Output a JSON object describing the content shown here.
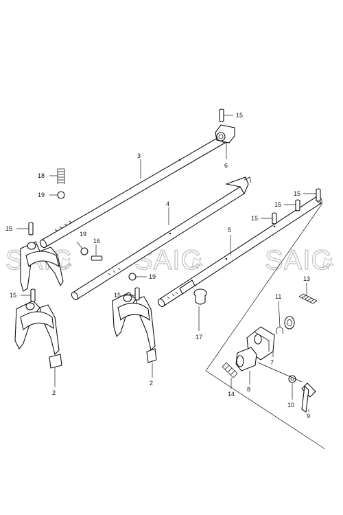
{
  "watermark": {
    "text": "SAIC",
    "color": "#9a9a9a"
  },
  "callouts": {
    "c15a": "15",
    "c6": "6",
    "c3": "3",
    "c18": "18",
    "c19a": "19",
    "c15b": "15",
    "c15c": "15",
    "c15d": "15",
    "c4": "4",
    "c5": "5",
    "c15e": "15",
    "c19b": "19",
    "c16": "16",
    "c19c": "19",
    "c15f": "15",
    "c15g": "15",
    "c17": "17",
    "c2a": "2",
    "c2b": "2",
    "c11": "11",
    "c13": "13",
    "c7": "7",
    "c14": "14",
    "c8": "8",
    "c10": "10",
    "c9": "9"
  }
}
